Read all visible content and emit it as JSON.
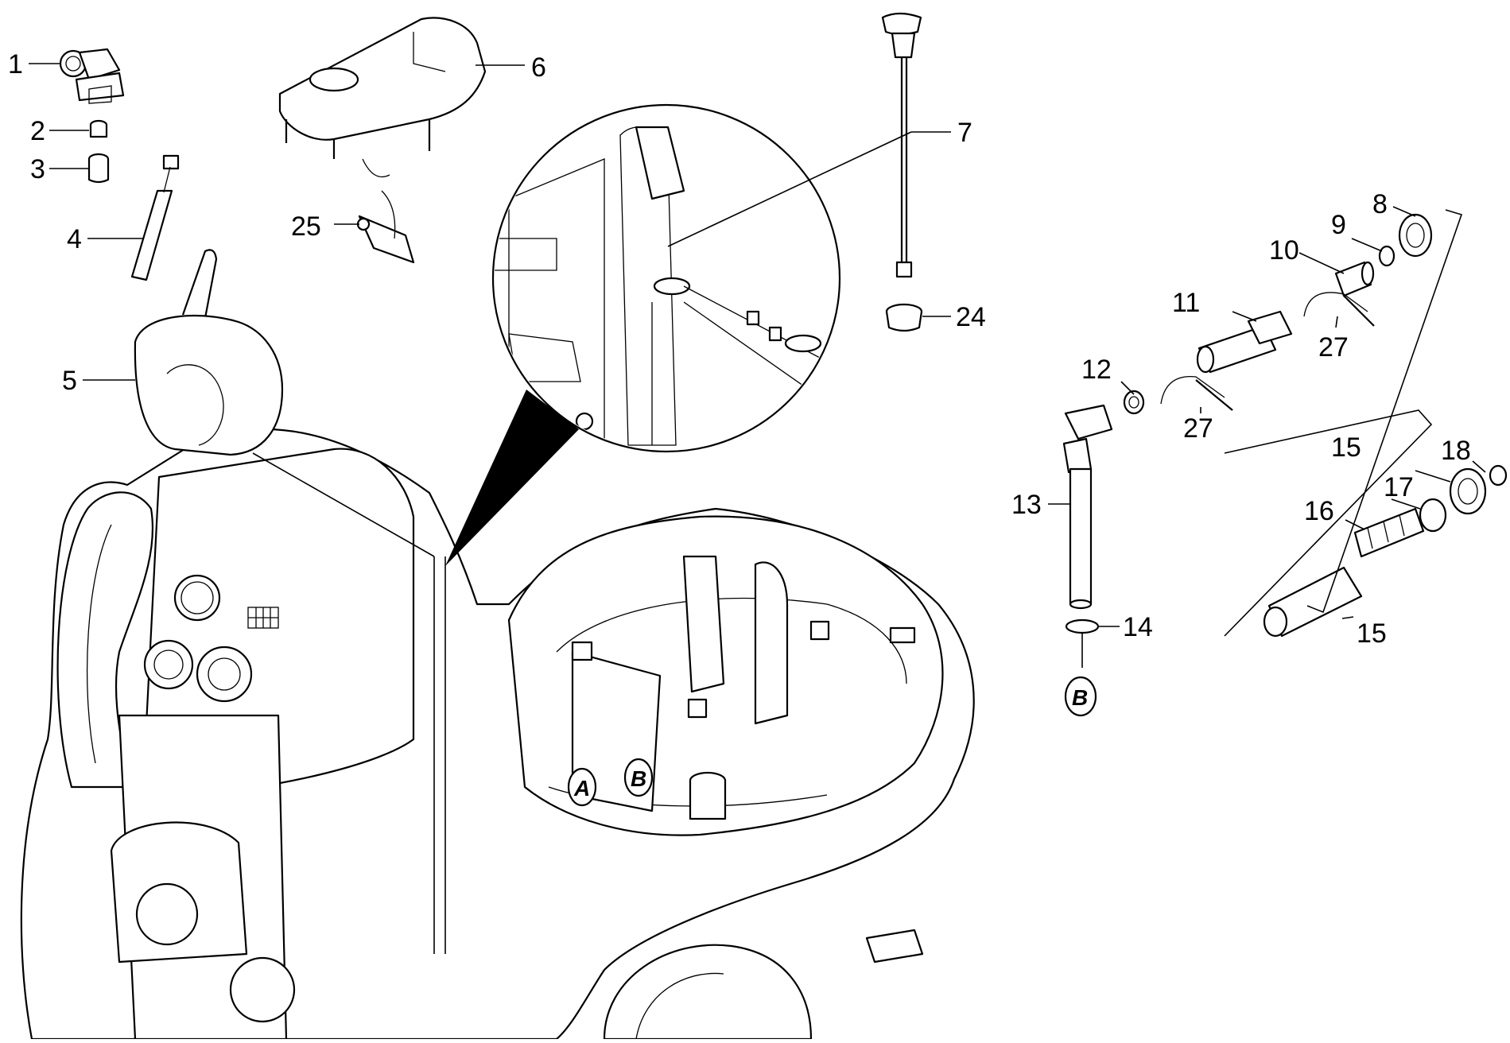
{
  "callouts": {
    "c1": "1",
    "c2": "2",
    "c3": "3",
    "c4": "4",
    "c5": "5",
    "c6": "6",
    "c7": "7",
    "c8": "8",
    "c9": "9",
    "c10": "10",
    "c11": "11",
    "c12": "12",
    "c13": "13",
    "c14": "14",
    "c15a": "15",
    "c15b": "15",
    "c16": "16",
    "c17": "17",
    "c18": "18",
    "c24": "24",
    "c25": "25",
    "c27a": "27",
    "c27b": "27"
  },
  "badges": {
    "a": "A",
    "b_machine": "B",
    "b_filter": "B"
  }
}
